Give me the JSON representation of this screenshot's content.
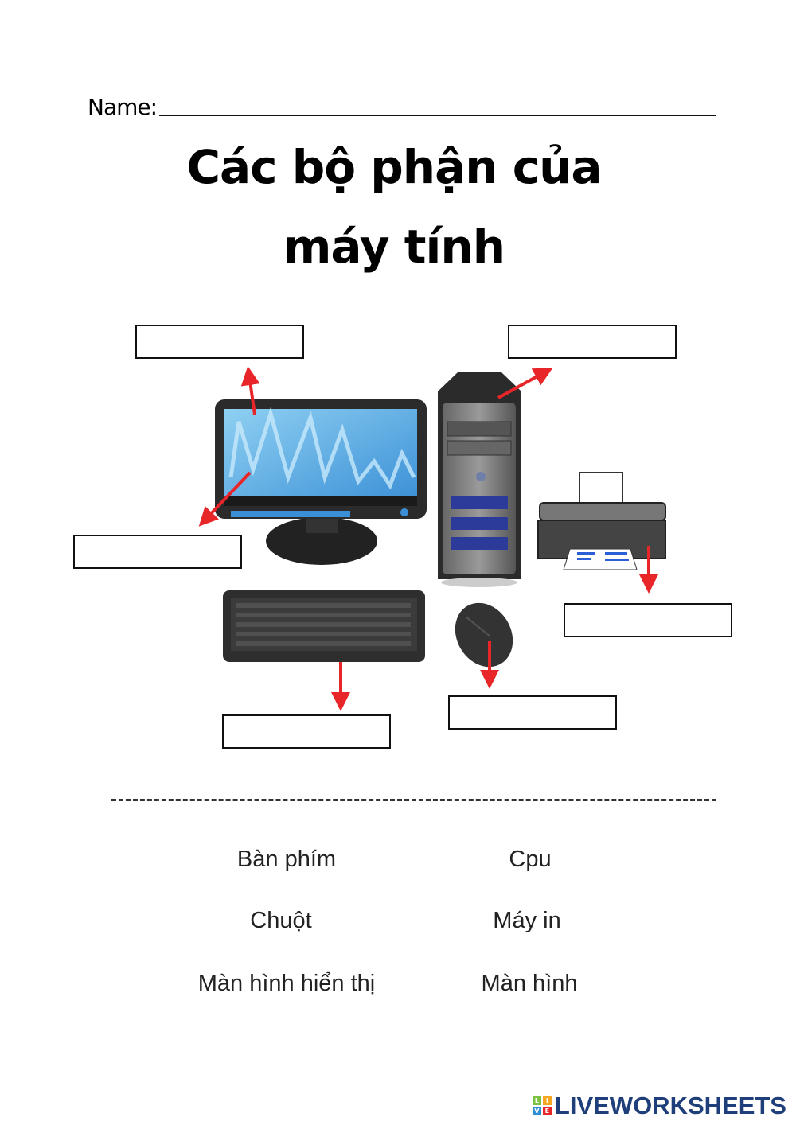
{
  "header": {
    "name_label": "Name:"
  },
  "title": {
    "line1": "Các bộ phận của",
    "line2": "máy tính"
  },
  "answer_boxes": [
    {
      "target": "monitor-frame",
      "value": ""
    },
    {
      "target": "cpu-tower",
      "value": ""
    },
    {
      "target": "monitor-screen",
      "value": ""
    },
    {
      "target": "printer",
      "value": ""
    },
    {
      "target": "keyboard",
      "value": ""
    },
    {
      "target": "mouse",
      "value": ""
    }
  ],
  "word_bank": [
    "Bàn phím",
    "Cpu",
    "Chuột",
    "Máy in",
    "Màn hình hiển thị",
    "Màn hình"
  ],
  "logo": {
    "text": "LIVEWORKSHEETS",
    "letters": [
      "L",
      "I",
      "V",
      "E"
    ]
  },
  "colors": {
    "arrow": "#e8262a",
    "logo": "#1f3f7a",
    "screen": "#4aa8e0"
  }
}
